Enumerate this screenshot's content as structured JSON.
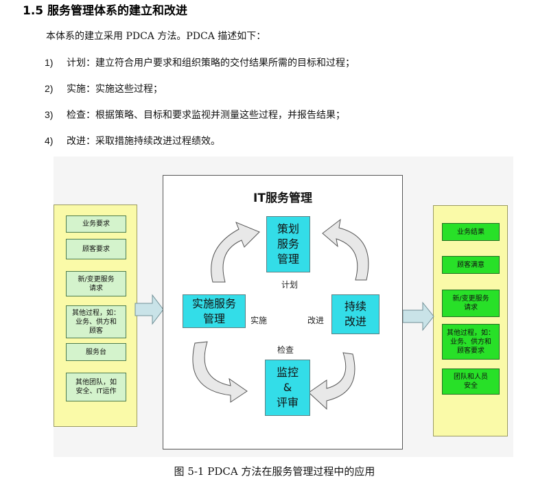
{
  "section": {
    "number": "1.5",
    "title": "服务管理体系的建立和改进"
  },
  "intro": "本体系的建立采用 PDCA 方法。PDCA 描述如下：",
  "steps": [
    {
      "num": "1)",
      "text": "计划：建立符合用户要求和组织策略的交付结果所需的目标和过程；"
    },
    {
      "num": "2)",
      "text": "实施：实施这些过程；"
    },
    {
      "num": "3)",
      "text": "检查：根据策略、目标和要求监视并测量这些过程，并报告结果；"
    },
    {
      "num": "4)",
      "text": "改进：采取措施持续改进过程绩效。"
    }
  ],
  "figure": {
    "title": "IT服务管理",
    "left_inputs": [
      "业务要求",
      "顾客要求",
      "新/变更服务\n请求",
      "其他过程，如：\n业务、供方和\n顾客",
      "服务台",
      "其他团队，如\n安全、IT运作"
    ],
    "right_outputs": [
      "业务结果",
      "顾客满意",
      "新/变更服务\n请求",
      "其他过程，如：\n业务、供方和\n顾客要求",
      "团队和人员\n安全"
    ],
    "plan_box": "策划\n服务\n管理",
    "do_box": "实施服务\n管理",
    "act_box": "持续\n改进",
    "check_box": "监控\n&\n评审",
    "phase_plan": "计划",
    "phase_do": "实施",
    "phase_act": "改进",
    "phase_check": "检查",
    "colors": {
      "input_panel": "#fafaa8",
      "input_box": "#d4f3cc",
      "output_box": "#28e028",
      "cycle_box": "#33dde8",
      "arrow": "#c9e3e8"
    }
  },
  "caption": "图 5-1 PDCA 方法在服务管理过程中的应用"
}
